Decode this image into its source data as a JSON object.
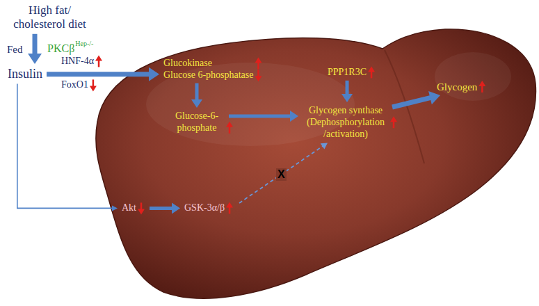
{
  "diagram": {
    "nodes": [
      {
        "text": [
          "High fat/ cholesterol diet"
        ]
      },
      {
        "text": [
          "Insulin"
        ]
      },
      {
        "text": [
          "Glucokinase",
          "Glucose 6-phosphatase"
        ]
      },
      {
        "text": [
          "Glucose-6-phosphate"
        ]
      },
      {
        "text": [
          "PPP1R3C"
        ]
      },
      {
        "text": [
          "Glycogen synthase (Dephosphorylation /activation)"
        ]
      },
      {
        "text": [
          "Glycogen"
        ]
      },
      {
        "text": [
          "Akt"
        ]
      },
      {
        "text": [
          "GSK-3α/β"
        ]
      }
    ],
    "edges": [
      {
        "from": 0,
        "to": 1,
        "arrow": "to"
      },
      {
        "from": 1,
        "to": 2,
        "arrow": "to"
      },
      {
        "from": 2,
        "to": 3,
        "arrow": "to"
      },
      {
        "from": 3,
        "to": 5,
        "arrow": "to"
      },
      {
        "from": 4,
        "to": 5,
        "arrow": "to"
      },
      {
        "from": 5,
        "to": 6,
        "arrow": "to"
      },
      {
        "from": 1,
        "to": 7,
        "arrow": "to"
      },
      {
        "from": 7,
        "to": 8,
        "arrow": "to"
      },
      {
        "from": 8,
        "to": 5,
        "label": "X",
        "arrow": "to"
      }
    ],
    "labels": [
      "Fed",
      "PKCβ",
      "Hep-/-",
      "HNF-4α",
      "FoxO1"
    ]
  }
}
